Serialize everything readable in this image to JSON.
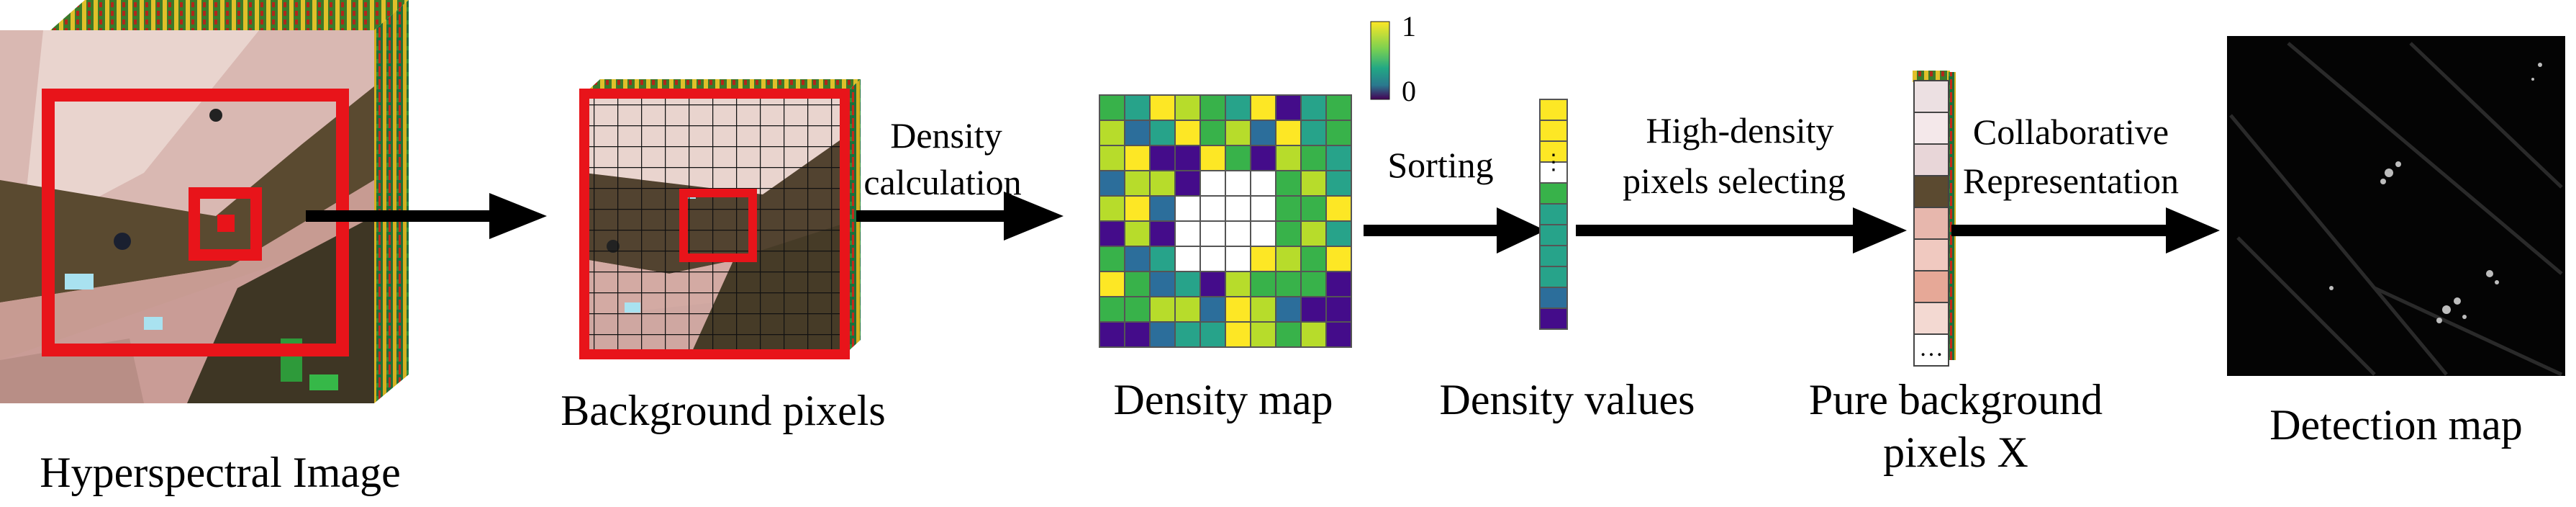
{
  "labels": {
    "hyperspectral": "Hyperspectral Image",
    "background": "Background pixels",
    "density_map": "Density map",
    "density_values": "Density values",
    "pure_line1": "Pure background",
    "pure_line2": "pixels X",
    "detection": "Detection map"
  },
  "arrows": {
    "density_calc_line1": "Density",
    "density_calc_line2": "calculation",
    "sorting": "Sorting",
    "hd_line1": "High-density",
    "hd_line2": "pixels selecting",
    "collab_line1": "Collaborative",
    "collab_line2": "Representation"
  },
  "colorbar": {
    "max": "1",
    "min": "0"
  },
  "ellipsis": "…",
  "colors": {
    "window_red": "#e8141a",
    "ground": "#c99c96",
    "shadow": "#4a3f2b",
    "road": "#e9d4ce",
    "viridis_purple": "#440c8a",
    "viridis_blue": "#2c6e9b",
    "viridis_teal": "#27a38a",
    "viridis_green": "#38b24a",
    "viridis_lime": "#b7dc2b",
    "viridis_yellow": "#fde725"
  }
}
